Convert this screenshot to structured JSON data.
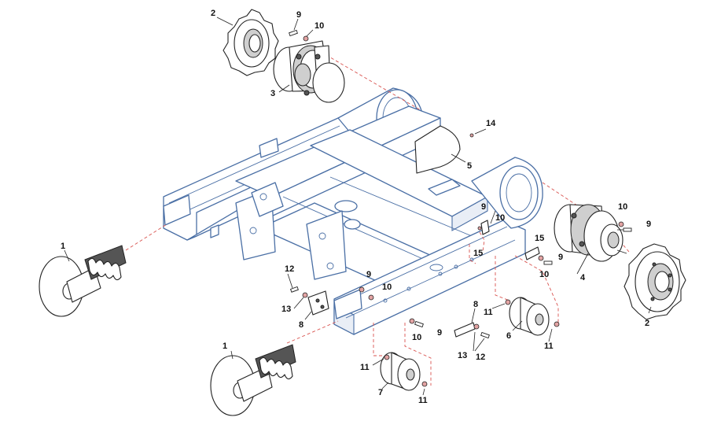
{
  "diagram": {
    "type": "exploded parts diagram",
    "part_numbers": [
      "1",
      "2",
      "3",
      "4",
      "5",
      "6",
      "7",
      "8",
      "9",
      "10",
      "11",
      "12",
      "13",
      "14",
      "15"
    ],
    "callouts": {
      "c2_top": "2",
      "c9_top": "9",
      "c10_top": "10",
      "c3": "3",
      "c14": "14",
      "c5": "5",
      "c1_left": "1",
      "c12_left": "12",
      "c13_left": "13",
      "c8_left": "8",
      "c9_mid": "9",
      "c10_mid": "10",
      "c9_right_frame": "9",
      "c10_right_frame": "10",
      "c15_a": "15",
      "c15_b": "15",
      "c9_motor": "9",
      "c10_motor": "10",
      "c9_lower_r": "9",
      "c10_lower_r": "10",
      "c4": "4",
      "c2_right": "2",
      "c11_a": "11",
      "c6": "6",
      "c11_b": "11",
      "c8_mid": "8",
      "c13_mid": "13",
      "c12_mid": "12",
      "c9_low": "9",
      "c10_low": "10",
      "c1_bottom": "1",
      "c11_c": "11",
      "c7": "7",
      "c11_d": "11"
    },
    "colors": {
      "frame_outline": "#4a6fa5",
      "parts_outline": "#222222",
      "leader_lines": "#d9534f"
    }
  }
}
